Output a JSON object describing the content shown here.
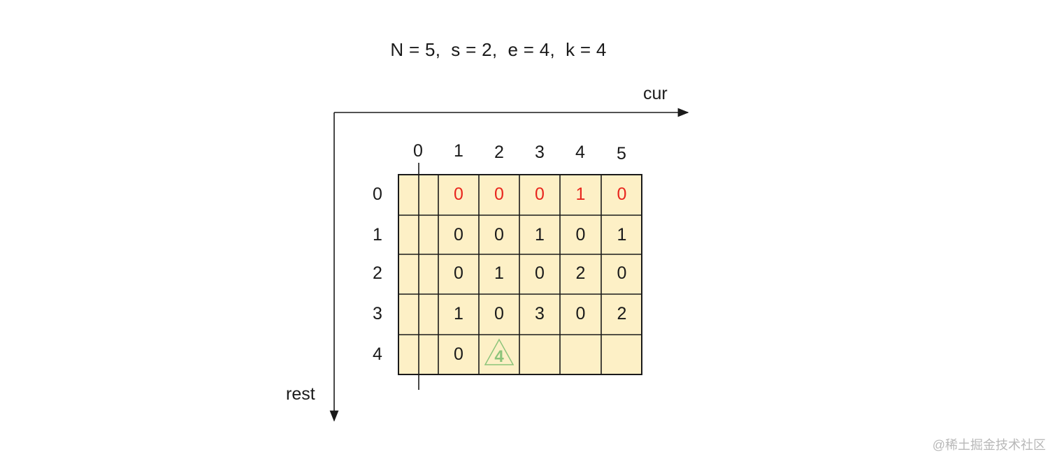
{
  "params_text": "N = 5,  s = 2,  e = 4,  k = 4",
  "axis_x_label": "cur",
  "axis_y_label": "rest",
  "col_headers": [
    "0",
    "1",
    "2",
    "3",
    "4",
    "5"
  ],
  "row_headers": [
    "0",
    "1",
    "2",
    "3",
    "4"
  ],
  "rows": [
    [
      "0",
      "0",
      "0",
      "1",
      "0"
    ],
    [
      "0",
      "0",
      "1",
      "0",
      "1"
    ],
    [
      "0",
      "1",
      "0",
      "2",
      "0"
    ],
    [
      "1",
      "0",
      "3",
      "0",
      "2"
    ],
    [
      "0",
      "4",
      "",
      "",
      ""
    ]
  ],
  "highlight_row_index": 0,
  "target_marker": {
    "row": "4",
    "col": "2",
    "value": "4",
    "shape": "triangle-icon"
  },
  "colors": {
    "grid_fill": "#fdf0c6",
    "highlight_text": "#e8261e",
    "marker": "#8cc47a"
  },
  "watermark": "@稀土掘金技术社区"
}
